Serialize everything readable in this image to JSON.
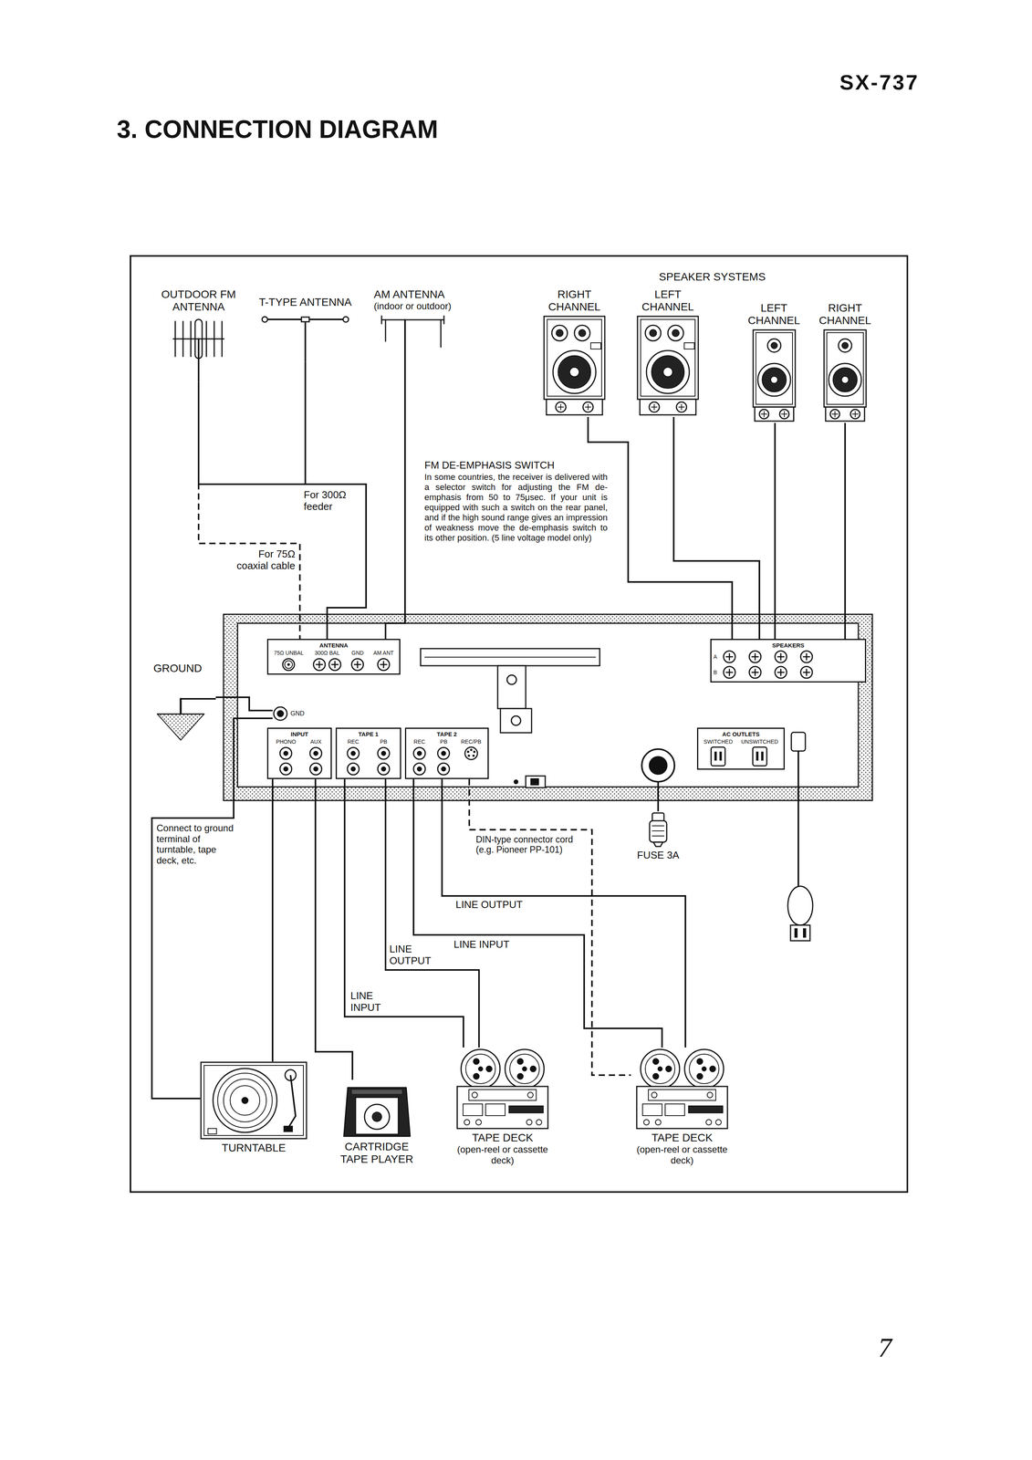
{
  "diagram": {
    "title": "3. CONNECTION DIAGRAM",
    "nodes": [
      {
        "text": [
          "OUTDOOR FM ANTENNA"
        ]
      },
      {
        "text": [
          "T-TYPE ANTENNA"
        ]
      },
      {
        "text": [
          "AM ANTENNA",
          "(indoor or outdoor)"
        ]
      },
      {
        "text": [
          "RIGHT CHANNEL"
        ]
      },
      {
        "text": [
          "LEFT CHANNEL"
        ]
      },
      {
        "text": [
          "LEFT CHANNEL"
        ]
      },
      {
        "text": [
          "RIGHT CHANNEL"
        ]
      },
      {
        "text": [
          "ANTENNA",
          "75Ω UNBAL",
          "300Ω BAL",
          "GND",
          "AM ANT"
        ]
      },
      {
        "text": [
          "GROUND"
        ]
      },
      {
        "text": [
          "GND"
        ]
      },
      {
        "text": [
          "INPUT",
          "PHONO",
          "AUX"
        ]
      },
      {
        "text": [
          "TAPE 1",
          "REC",
          "PB"
        ]
      },
      {
        "text": [
          "TAPE 2",
          "REC",
          "PB",
          "REC/PB"
        ]
      },
      {
        "text": [
          "SPEAKERS",
          "A",
          "B"
        ]
      },
      {
        "text": [
          "AC OUTLETS",
          "SWITCHED",
          "UNSWITCHED"
        ]
      },
      {
        "text": [
          "FUSE 3A"
        ]
      },
      {
        "text": [
          "TURNTABLE"
        ]
      },
      {
        "text": [
          "CARTRIDGE TAPE PLAYER"
        ]
      },
      {
        "text": [
          "TAPE DECK",
          "(open-reel or cassette deck)"
        ]
      },
      {
        "text": [
          "TAPE DECK",
          "(open-reel or cassette deck)"
        ]
      }
    ],
    "edges": [
      {
        "from": 0,
        "to": 7,
        "arrow": "none",
        "label": "For 300Ω feeder"
      },
      {
        "from": 1,
        "to": 7,
        "arrow": "none"
      },
      {
        "from": 0,
        "to": 7,
        "arrow": "none",
        "label": "For 75Ω coaxial cable"
      },
      {
        "from": 2,
        "to": 7,
        "arrow": "none"
      },
      {
        "from": 8,
        "to": 9,
        "arrow": "none"
      },
      {
        "from": 9,
        "to": 16,
        "arrow": "none",
        "label": "Connect to ground terminal of turntable, tape deck, etc."
      },
      {
        "from": 3,
        "to": 13,
        "arrow": "none"
      },
      {
        "from": 4,
        "to": 13,
        "arrow": "none"
      },
      {
        "from": 5,
        "to": 13,
        "arrow": "none"
      },
      {
        "from": 6,
        "to": 13,
        "arrow": "none"
      },
      {
        "from": 16,
        "to": 10,
        "arrow": "none"
      },
      {
        "from": 17,
        "to": 10,
        "arrow": "none"
      },
      {
        "from": 11,
        "to": 18,
        "arrow": "none",
        "label": "LINE INPUT"
      },
      {
        "from": 18,
        "to": 11,
        "arrow": "none",
        "label": "LINE OUTPUT"
      },
      {
        "from": 12,
        "to": 19,
        "arrow": "none",
        "label": "LINE INPUT"
      },
      {
        "from": 19,
        "to": 12,
        "arrow": "none",
        "label": "LINE OUTPUT"
      },
      {
        "from": 12,
        "to": 19,
        "arrow": "none",
        "label": "DIN-type connector cord (e.g. Pioneer PP-101)"
      }
    ],
    "labels": [
      "SX-737",
      "SPEAKER SYSTEMS",
      "FM DE-EMPHASIS SWITCH",
      "In some countries, the receiver is delivered with a selector switch for adjusting the FM de-emphasis from 50 to 75μsec. If your unit is equipped with such a switch on the rear panel, and if the high sound range gives an impression of weakness move the de-emphasis switch to its other position. (5 line voltage model only)",
      "7"
    ]
  }
}
